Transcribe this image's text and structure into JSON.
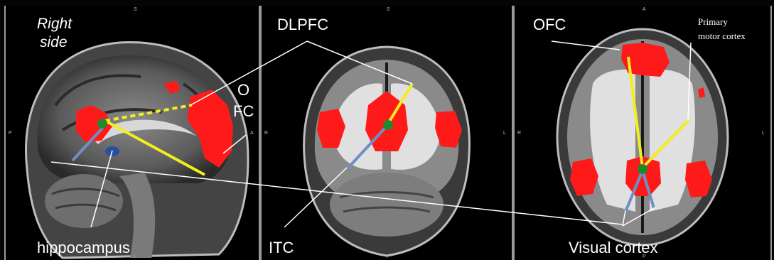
{
  "panels": {
    "sagittal": {
      "title_line1": "Right",
      "title_line2": "side",
      "label_ofc_1": "O",
      "label_ofc_2": "FC",
      "label_hippocampus": "hippocampus",
      "tick_top": "S",
      "tick_left": "P",
      "tick_right": "A",
      "tick_bottom": "I"
    },
    "coronal": {
      "label_dlpfc": "DLPFC",
      "label_itc": "ITC",
      "tick_top": "S",
      "tick_left": "R",
      "tick_right": "L",
      "tick_bottom": "I"
    },
    "axial": {
      "label_ofc": "OFC",
      "label_motor_1": "Primary",
      "label_motor_2": "motor cortex",
      "label_visual": "Visual cortex",
      "tick_top": "A",
      "tick_left": "R",
      "tick_right": "L",
      "tick_bottom": "P"
    }
  },
  "colors": {
    "activation": "#ff1a1a",
    "connection_yellow": "#f2ee1e",
    "connection_blue": "#6f8fc4",
    "node": "#1e8a2e",
    "callout_line": "#ffffff",
    "frame": "#9a9a9a"
  }
}
